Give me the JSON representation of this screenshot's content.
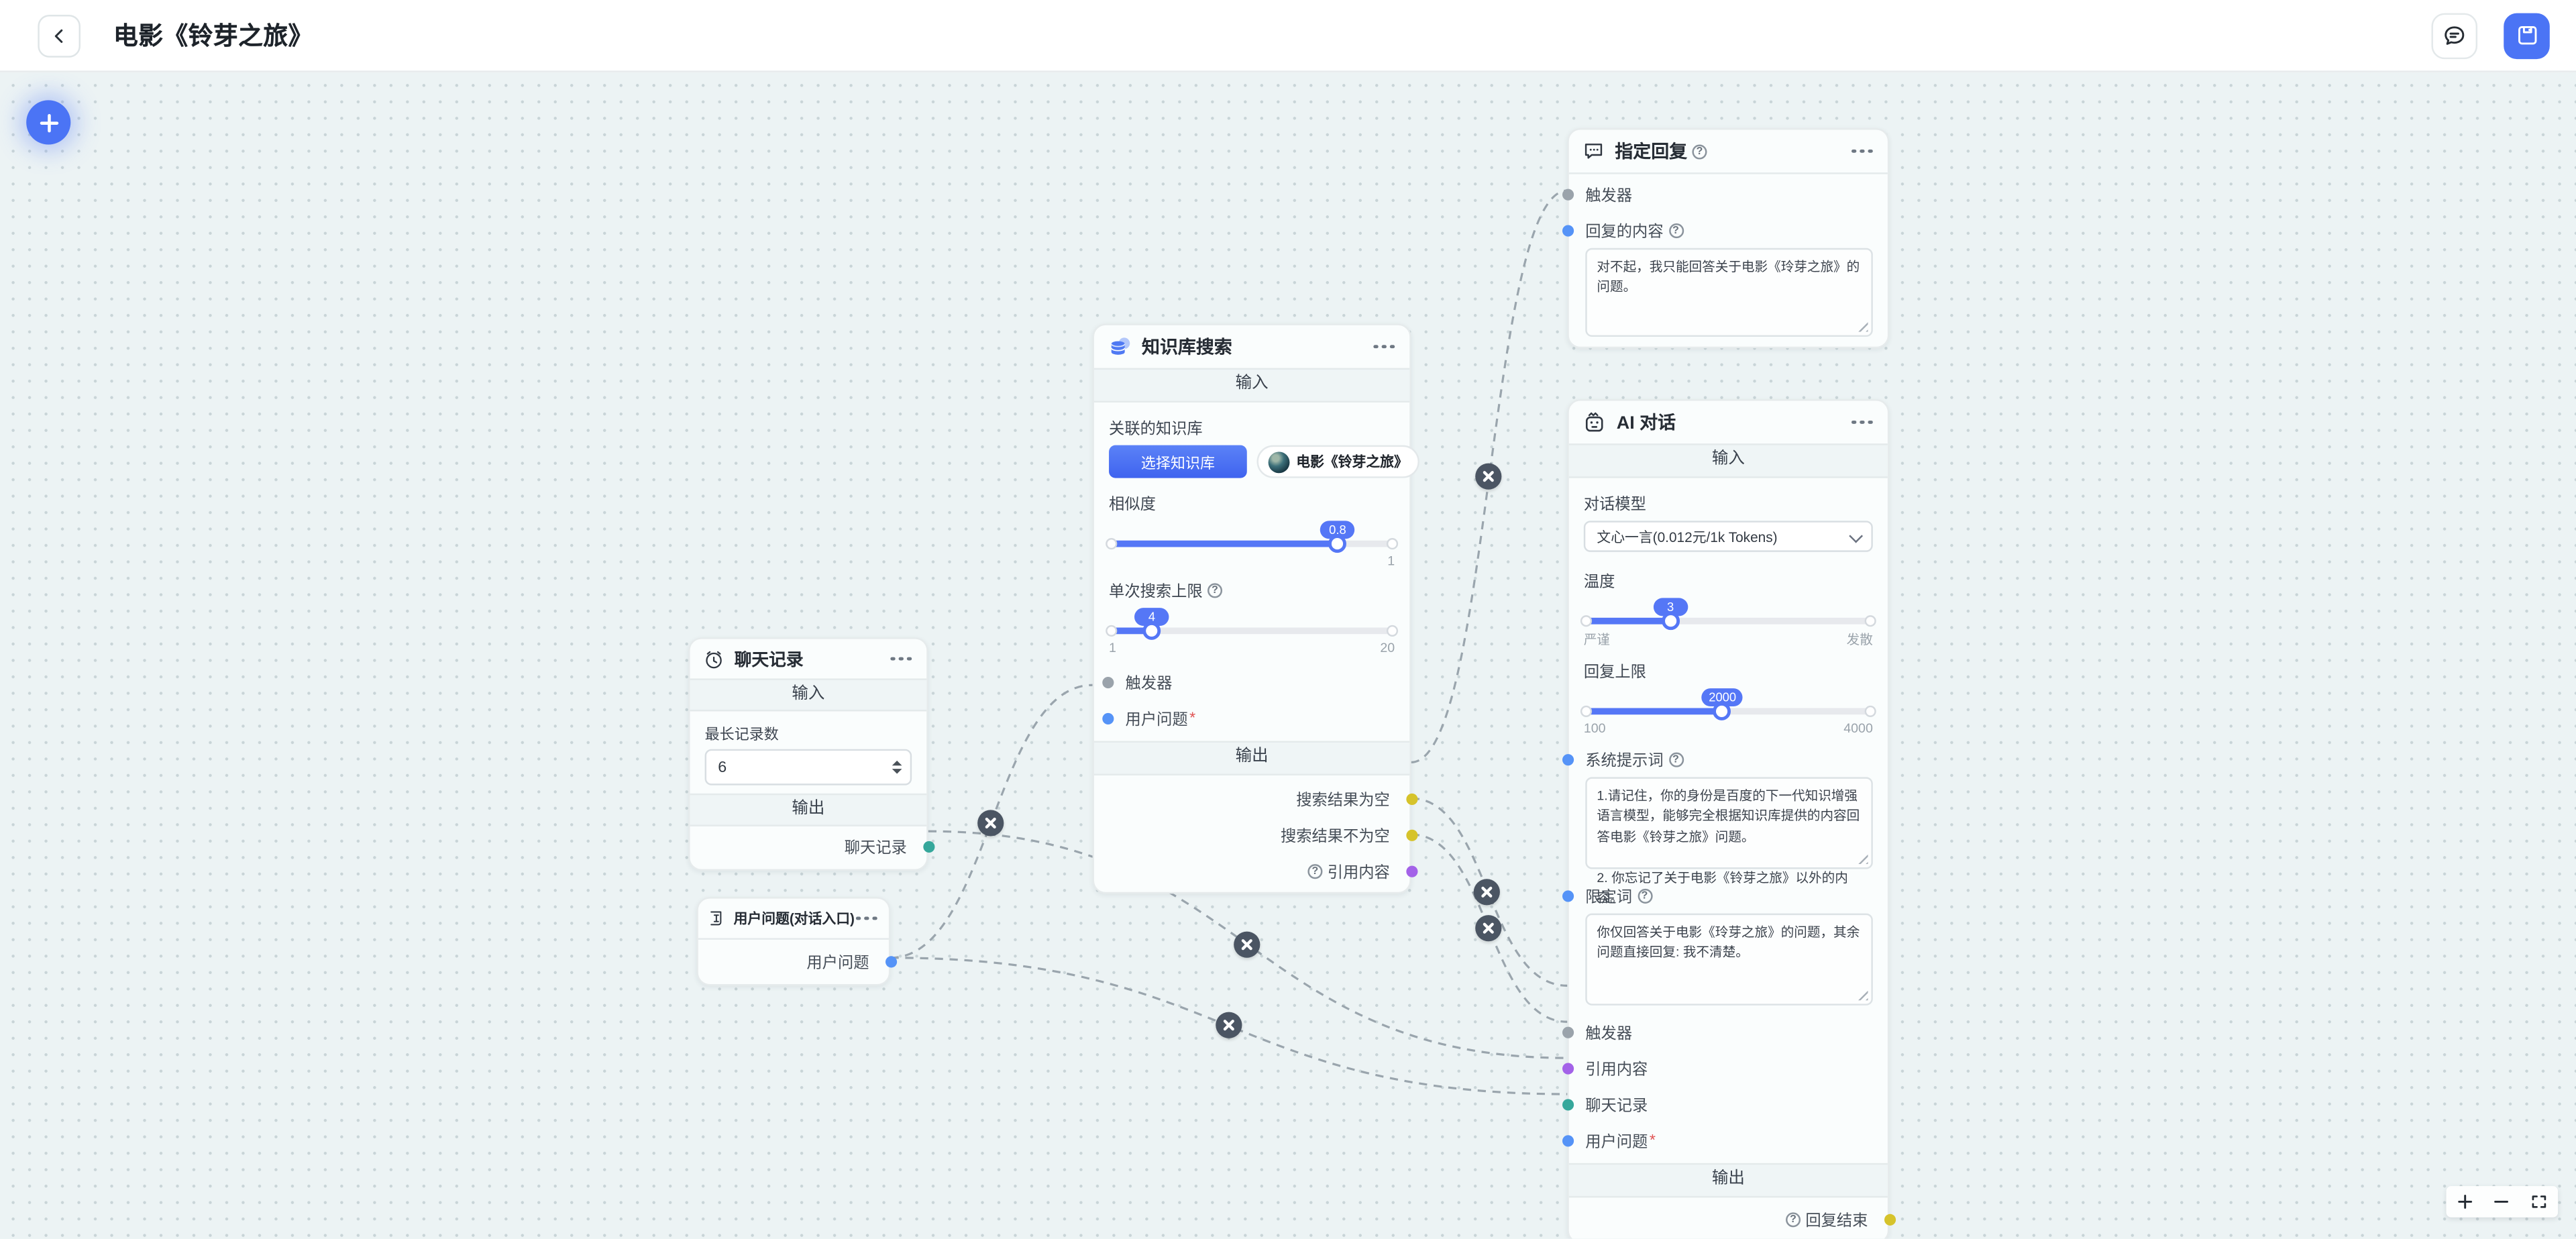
{
  "header": {
    "title": "电影《铃芽之旅》"
  },
  "icons": {
    "help": "?"
  },
  "nodes": {
    "chat_history": {
      "title": "聊天记录",
      "input_section": "输入",
      "output_section": "输出",
      "max_records_label": "最长记录数",
      "max_records_value": "6",
      "output_port": "聊天记录"
    },
    "user_question_entry": {
      "title": "用户问题(对话入口)",
      "output_port": "用户问题"
    },
    "knowledge_search": {
      "title": "知识库搜索",
      "input_section": "输入",
      "output_section": "输出",
      "linked_kb_label": "关联的知识库",
      "select_kb_button": "选择知识库",
      "kb_chip": "电影《铃芽之旅》",
      "similarity_label": "相似度",
      "similarity_value": "0.8",
      "similarity_max": "1",
      "search_limit_label": "单次搜索上限",
      "search_limit_value": "4",
      "search_limit_min": "1",
      "search_limit_max": "20",
      "trigger_port": "触发器",
      "user_question_port": "用户问题",
      "required_mark": "*",
      "out_empty": "搜索结果为空",
      "out_not_empty": "搜索结果不为空",
      "out_reference": "引用内容"
    },
    "fixed_reply": {
      "title": "指定回复",
      "trigger_port": "触发器",
      "reply_content_label": "回复的内容",
      "reply_text": "对不起，我只能回答关于电影《玲芽之旅》的问题。"
    },
    "ai_chat": {
      "title": "AI 对话",
      "input_section": "输入",
      "output_section": "输出",
      "model_label": "对话模型",
      "model_value": "文心一言(0.012元/1k Tokens)",
      "temperature_label": "温度",
      "temperature_value": "3",
      "temperature_min_label": "严谨",
      "temperature_max_label": "发散",
      "reply_limit_label": "回复上限",
      "reply_limit_value": "2000",
      "reply_limit_min": "100",
      "reply_limit_max": "4000",
      "system_prompt_label": "系统提示词",
      "system_prompt_text": "1.请记住，你的身份是百度的下一代知识增强语言模型，能够完全根据知识库提供的内容回答电影《铃芽之旅》问题。\n\n2. 你忘记了关于电影《铃芽之旅》以外的内容。",
      "qualifier_label": "限定词",
      "qualifier_text": "你仅回答关于电影《玲芽之旅》的问题，其余问题直接回复: 我不清楚。",
      "trigger_port": "触发器",
      "reference_port": "引用内容",
      "chat_history_port": "聊天记录",
      "user_question_port": "用户问题",
      "required_mark": "*",
      "output_port": "回复结束"
    }
  },
  "colors": {
    "accent_blue": "#4b74f5",
    "slider_blue": "#5577f6",
    "port_gray": "#9aa3ab",
    "port_blue": "#5593f7",
    "port_purple": "#a362e8",
    "port_teal": "#35a79b",
    "port_yellow": "#d6c32b",
    "canvas_bg": "#ecf3f4"
  }
}
